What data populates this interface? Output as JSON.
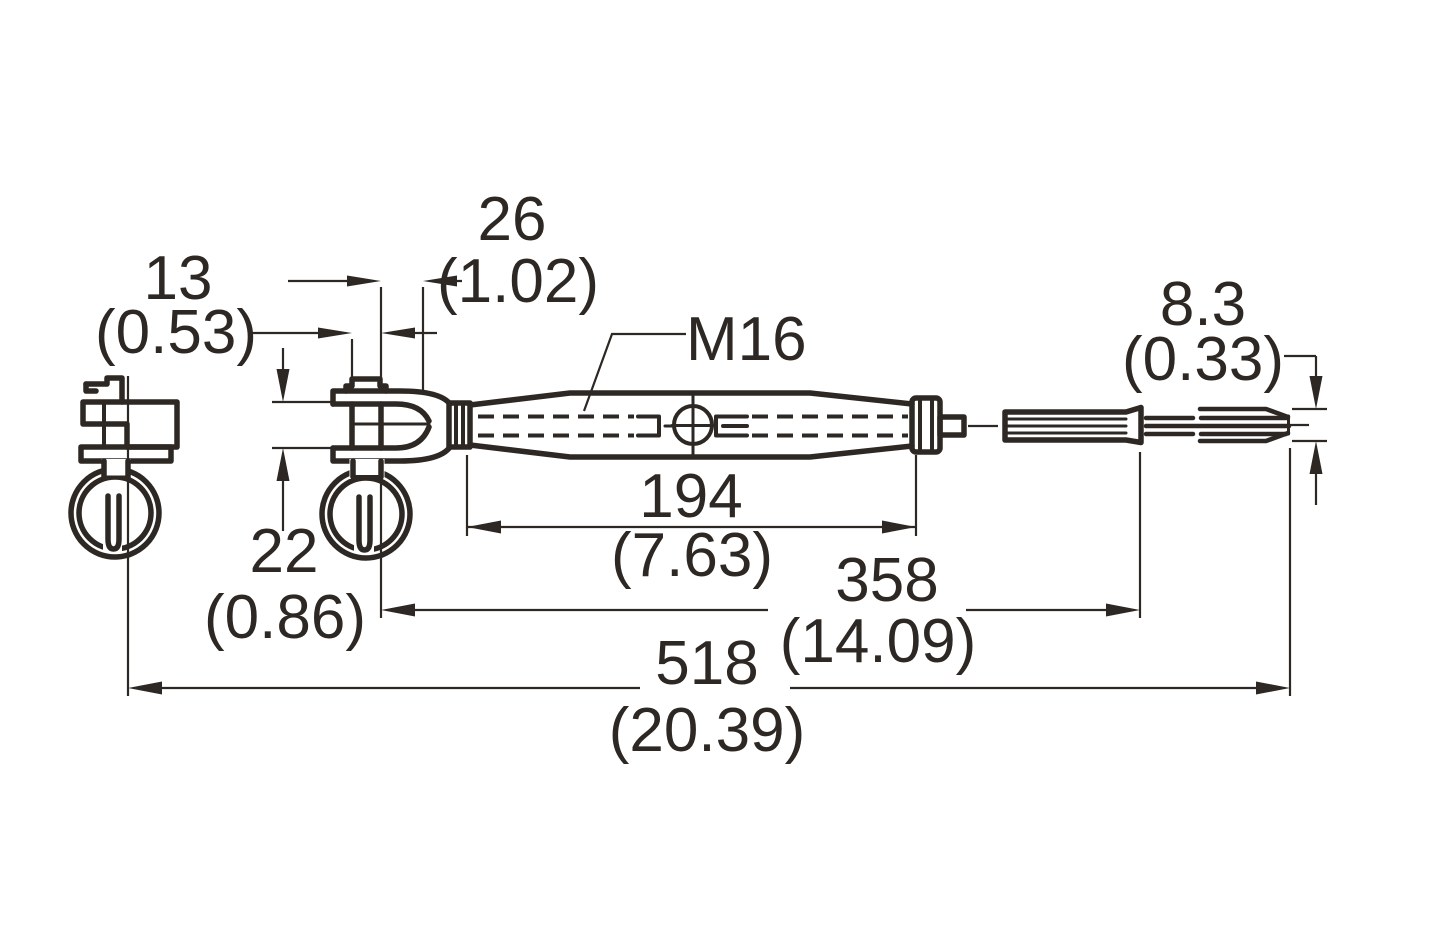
{
  "colors": {
    "ink": "#2e2824",
    "background": "#ffffff"
  },
  "labels": {
    "thread": "M16",
    "pin_diameter_mm": "13",
    "pin_diameter_in": "(0.53)",
    "jaw_head_length_mm": "26",
    "jaw_head_length_in": "(1.02)",
    "jaw_opening_mm": "22",
    "jaw_opening_in": "(0.86)",
    "body_length_mm": "194",
    "body_length_in": "(7.63)",
    "wire_diameter_mm": "8.3",
    "wire_diameter_in": "(0.33)",
    "pin_to_terminal_length_mm": "358",
    "pin_to_terminal_length_in": "(14.09)",
    "overall_length_mm": "518",
    "overall_length_in": "(20.39)"
  }
}
